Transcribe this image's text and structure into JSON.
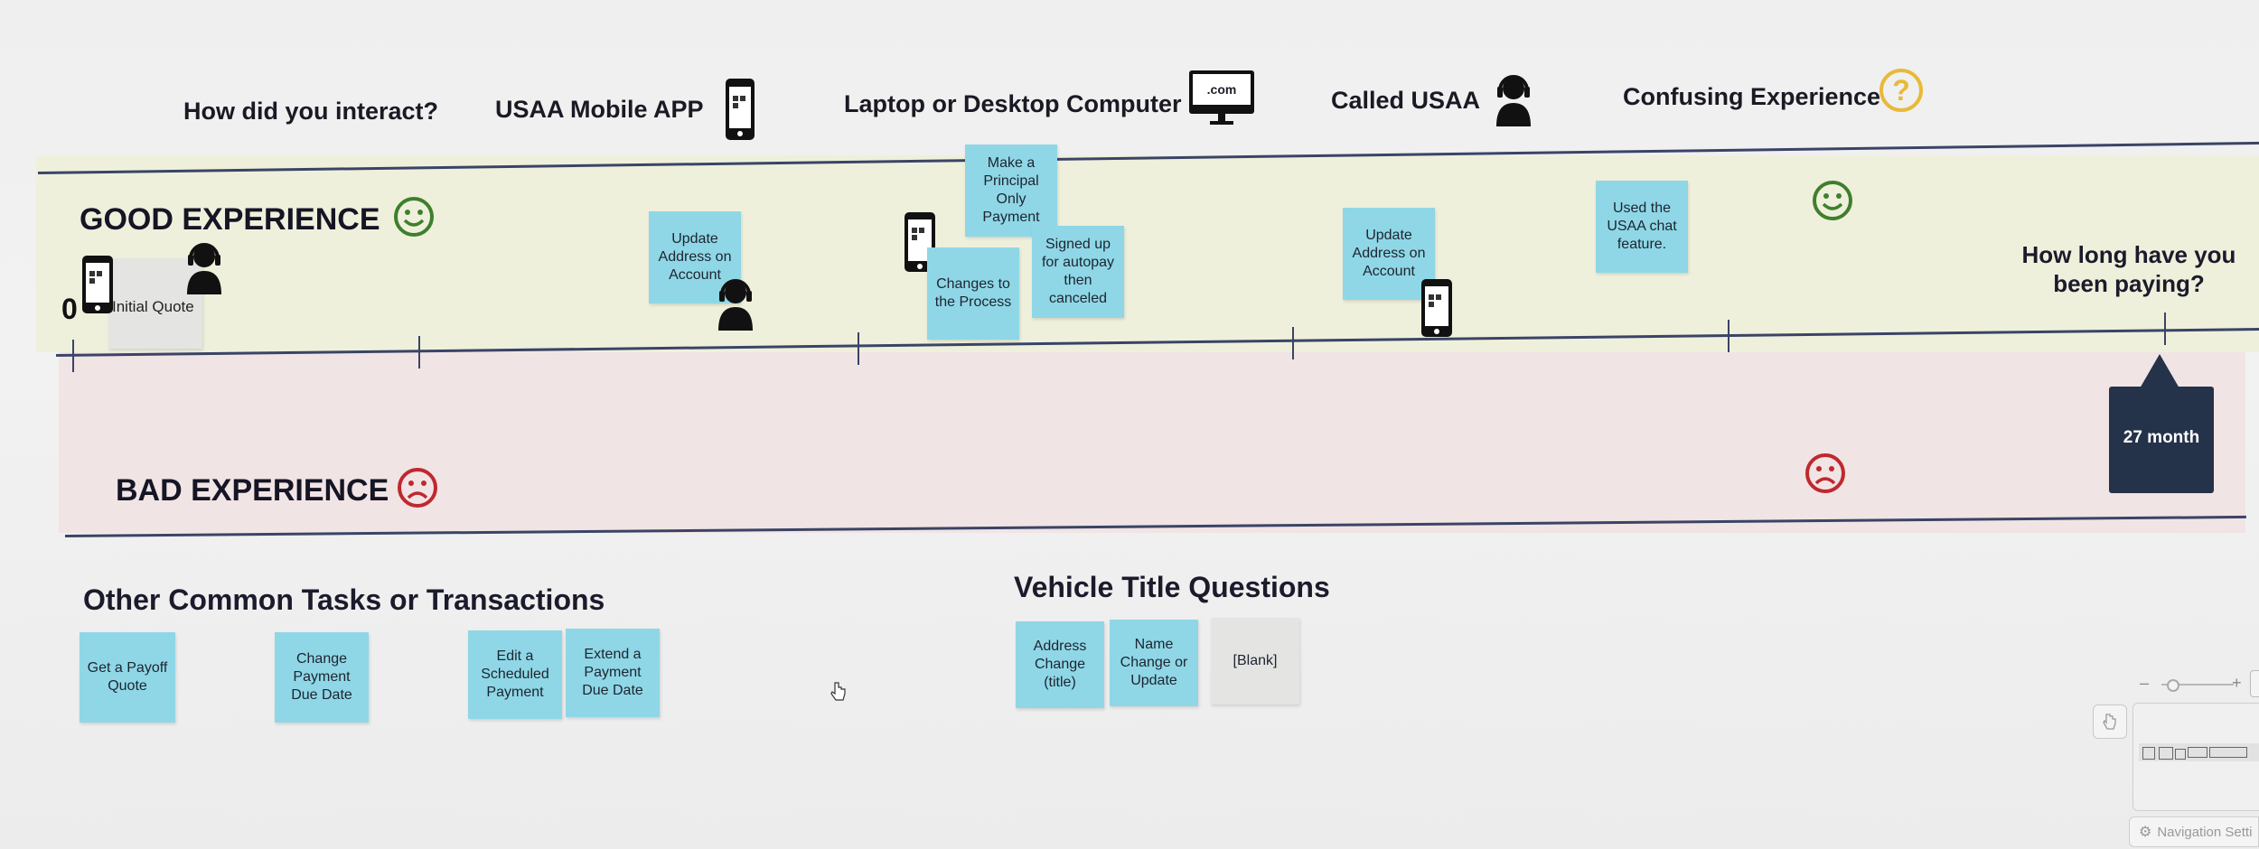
{
  "legend": {
    "question": "How did you interact?",
    "mobile_label": "USAA Mobile APP",
    "computer_label": "Laptop or Desktop Computer",
    "computer_screen_text": ".com",
    "called_label": "Called USAA",
    "confusing_label": "Confusing Experience",
    "confusing_symbol": "?"
  },
  "timeline": {
    "good_label": "GOOD EXPERIENCE",
    "bad_label": "BAD EXPERIENCE",
    "start_value": "0",
    "duration_question": "How long have you been paying?",
    "marker_label": "27 month"
  },
  "notes": {
    "initial_quote": "Initial Quote",
    "update_address_1": "Update Address on Account",
    "make_principal": "Make a Principal Only Payment",
    "changes_process": "Changes to the Process",
    "signed_up": "Signed up for autopay then canceled",
    "update_address_2": "Update Address on Account",
    "chat_feature": "Used the USAA chat feature."
  },
  "other_tasks": {
    "title": "Other Common Tasks or Transactions",
    "items": [
      "Get a Payoff Quote",
      "Change Payment Due Date",
      "Edit a Scheduled Payment",
      "Extend a Payment Due Date"
    ]
  },
  "vehicle_title": {
    "title": "Vehicle Title Questions",
    "items": [
      "Address Change (title)",
      "Name Change or Update",
      "[Blank]"
    ]
  },
  "canvas_controls": {
    "zoom_minus": "–",
    "zoom_plus": "+",
    "nav_settings": "Navigation Setti"
  },
  "colors": {
    "sticky": "#8fd7e6",
    "good_face": "#3f7f2c",
    "bad_face": "#c0282e",
    "confusing": "#e8b93a",
    "marker": "#24324a"
  }
}
